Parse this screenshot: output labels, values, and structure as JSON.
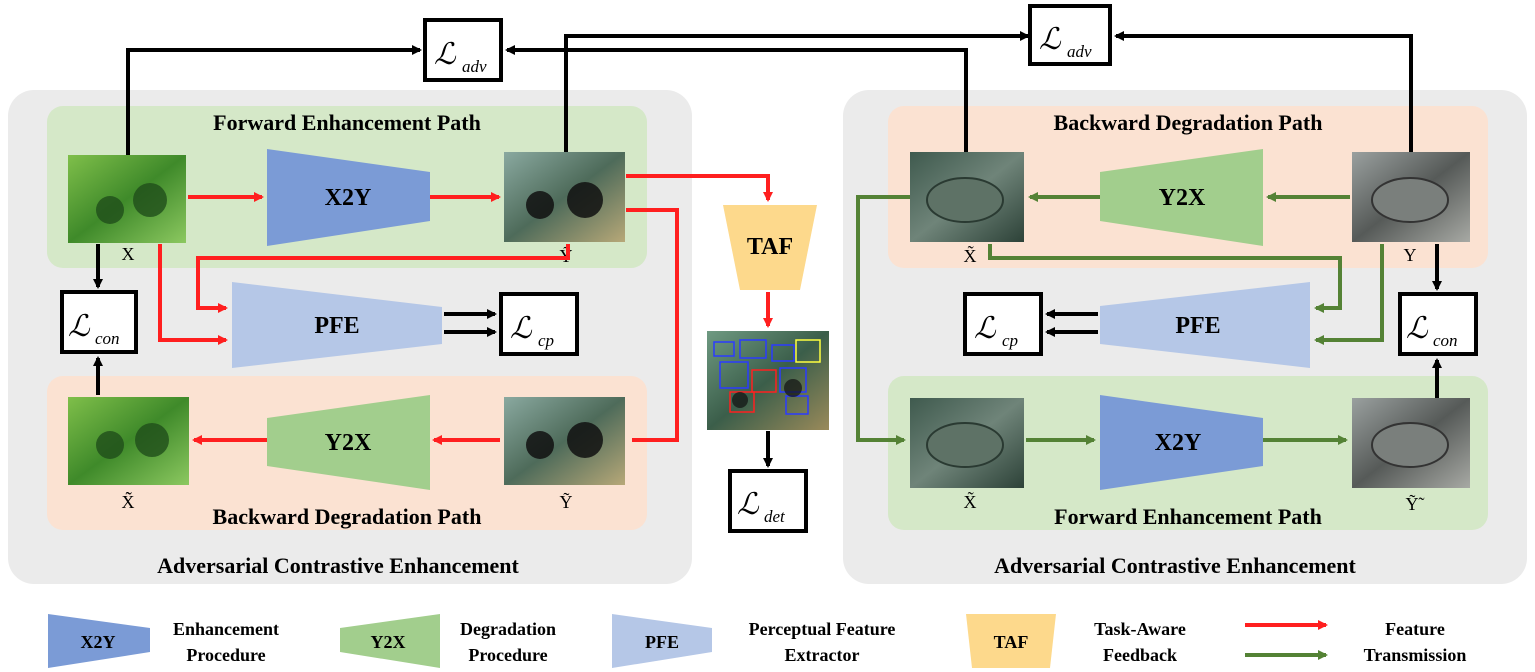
{
  "left_panel": {
    "title": "Adversarial Contrastive Enhancement",
    "forward_path_title": "Forward Enhancement Path",
    "backward_path_title": "Backward Degradation Path",
    "blocks": {
      "enhance": "X2Y",
      "degrade": "Y2X",
      "perceptual": "PFE"
    },
    "image_labels": {
      "x": "X",
      "y_tilde": "Ỹ",
      "x_double_tilde": "X̃̃",
      "y_tilde_2": "Ỹ"
    },
    "losses": {
      "adv": "adv",
      "con": "con",
      "cp": "cp"
    }
  },
  "right_panel": {
    "title": "Adversarial Contrastive Enhancement",
    "forward_path_title": "Forward Enhancement Path",
    "backward_path_title": "Backward Degradation Path",
    "blocks": {
      "enhance": "X2Y",
      "degrade": "Y2X",
      "perceptual": "PFE"
    },
    "image_labels": {
      "x_tilde": "X̃",
      "y": "Y",
      "x_tilde_2": "X̃",
      "y_double_tilde": "Ỹ̃"
    },
    "losses": {
      "adv": "adv",
      "con": "con",
      "cp": "cp"
    }
  },
  "center": {
    "taf_label": "TAF",
    "loss_det": "det"
  },
  "loss_symbol": "ℒ",
  "legend": {
    "x2y": {
      "block": "X2Y",
      "line1": "Enhancement",
      "line2": "Procedure"
    },
    "y2x": {
      "block": "Y2X",
      "line1": "Degradation",
      "line2": "Procedure"
    },
    "pfe": {
      "block": "PFE",
      "line1": "Perceptual Feature",
      "line2": "Extractor"
    },
    "taf": {
      "block": "TAF",
      "line1": "Task-Aware",
      "line2": "Feedback"
    },
    "arrows": {
      "line1": "Feature",
      "line2": "Transmission"
    }
  },
  "colors": {
    "panel_bg": "#ebebeb",
    "forward_bg": "#d5e8c8",
    "backward_bg": "#fbe2d2",
    "x2y": "#7b9bd6",
    "y2x": "#a2ce8d",
    "pfe": "#b5c7e7",
    "taf": "#fdd98c",
    "red_arrow": "#ff1f1f",
    "green_arrow": "#548235"
  }
}
